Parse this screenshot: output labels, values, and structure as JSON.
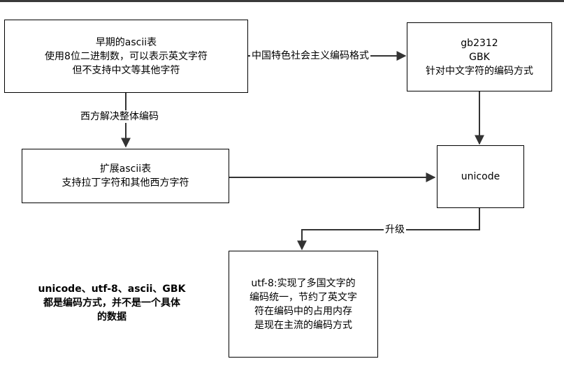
{
  "nodes": {
    "ascii_early": [
      "早期的ascii表",
      "使用8位二进制数，可以表示英文字符",
      "但不支持中文等其他字符"
    ],
    "gb": [
      "gb2312",
      "GBK",
      "针对中文字符的编码方式"
    ],
    "ascii_ext": [
      "扩展ascii表",
      "支持拉丁字符和其他西方字符"
    ],
    "unicode": [
      "unicode"
    ],
    "utf8": [
      "utf-8:实现了多国文字的",
      "编码统一，节约了英文字",
      "符在编码中的占用内存",
      "是现在主流的编码方式"
    ]
  },
  "edges": {
    "to_gb": "中国特色社会主义编码格式",
    "to_ext": "西方解决整体编码",
    "to_utf8": "升级"
  },
  "note": [
    "unicode、utf-8、ascii、GBK",
    "都是编码方式，并不是一个具体",
    "的数据"
  ]
}
